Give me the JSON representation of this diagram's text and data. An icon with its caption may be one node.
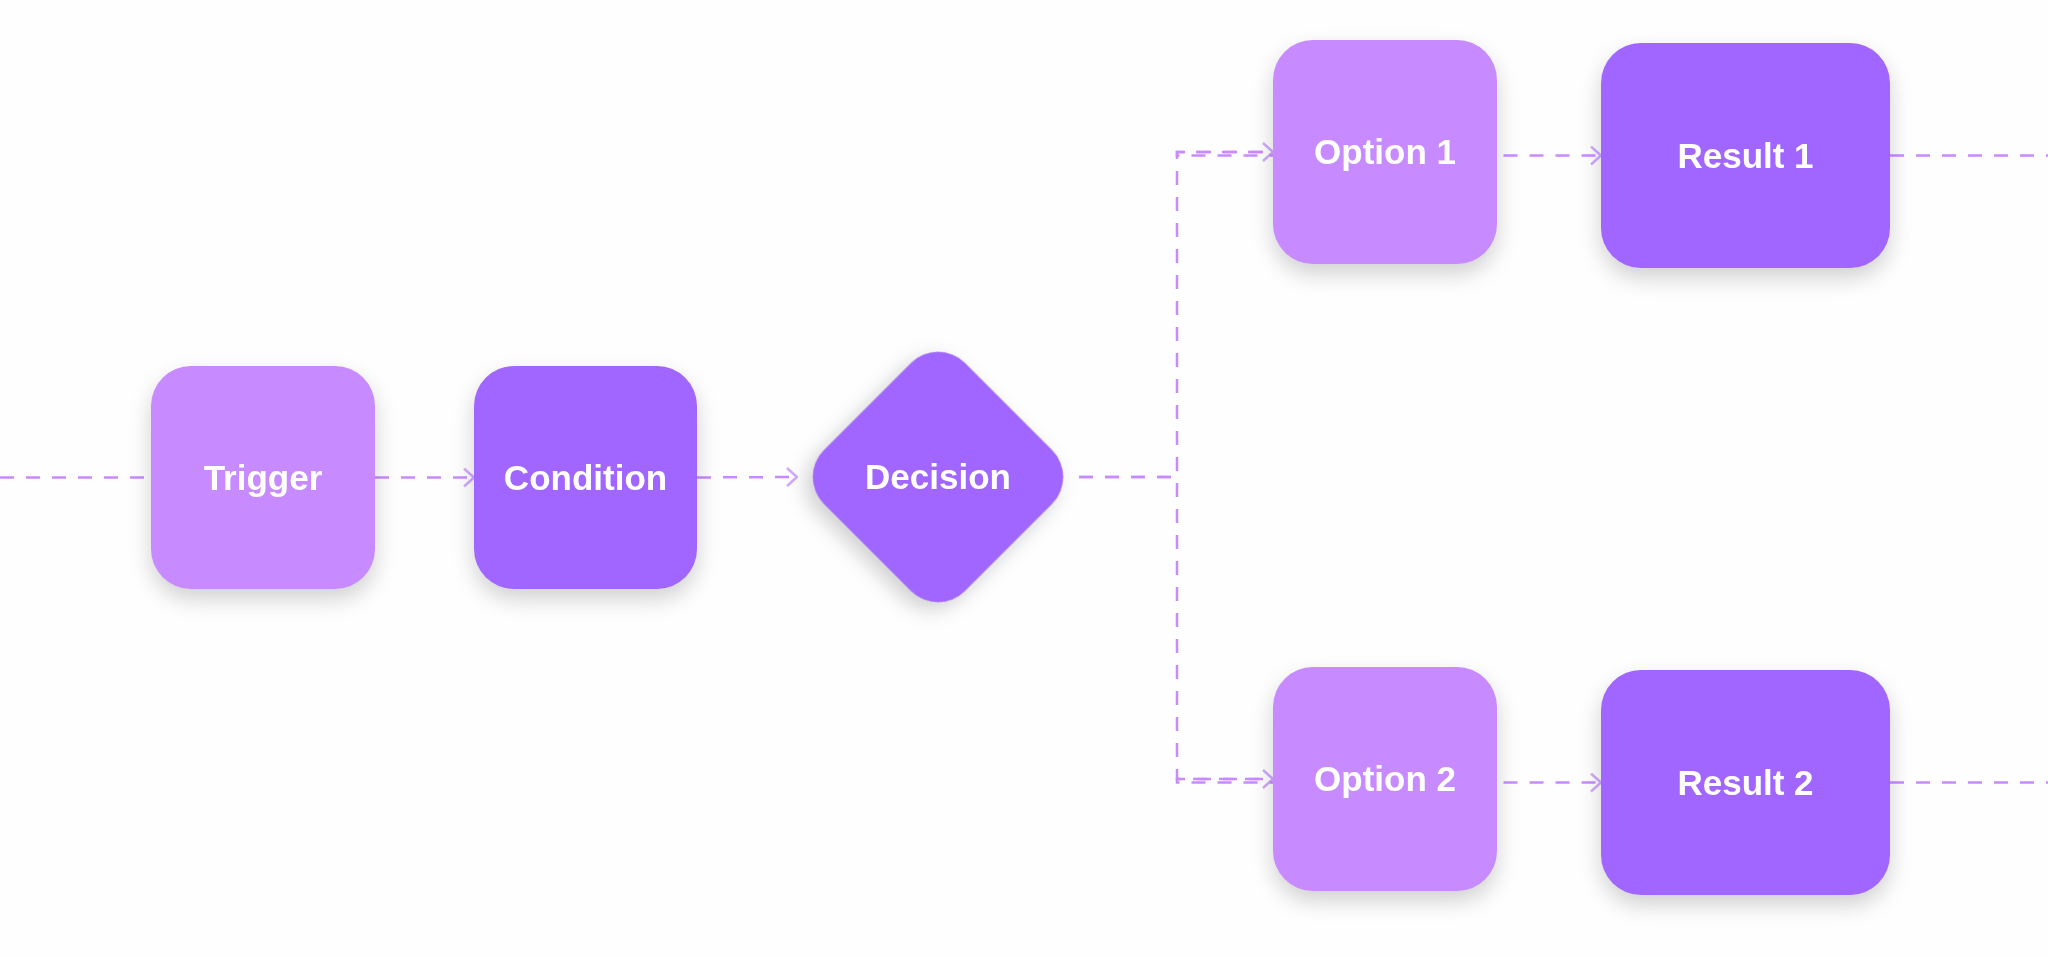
{
  "diagram": {
    "nodes": [
      {
        "text": [
          "Trigger"
        ]
      },
      {
        "text": [
          "Condition"
        ]
      },
      {
        "text": [
          "Decision"
        ]
      },
      {
        "text": [
          "Option 1"
        ]
      },
      {
        "text": [
          "Result 1"
        ]
      },
      {
        "text": [
          "Option 2"
        ]
      },
      {
        "text": [
          "Result 2"
        ]
      }
    ],
    "edges": [
      {
        "from": null,
        "to": 0,
        "arrow": "none"
      },
      {
        "from": 0,
        "to": 1,
        "arrow": "to"
      },
      {
        "from": 1,
        "to": 2,
        "arrow": "to"
      },
      {
        "from": 2,
        "to": 3,
        "arrow": "to"
      },
      {
        "from": 2,
        "to": 5,
        "arrow": "to"
      },
      {
        "from": 3,
        "to": 4,
        "arrow": "to"
      },
      {
        "from": 5,
        "to": 6,
        "arrow": "to"
      },
      {
        "from": 4,
        "to": null,
        "arrow": "none"
      },
      {
        "from": 6,
        "to": null,
        "arrow": "none"
      }
    ]
  }
}
